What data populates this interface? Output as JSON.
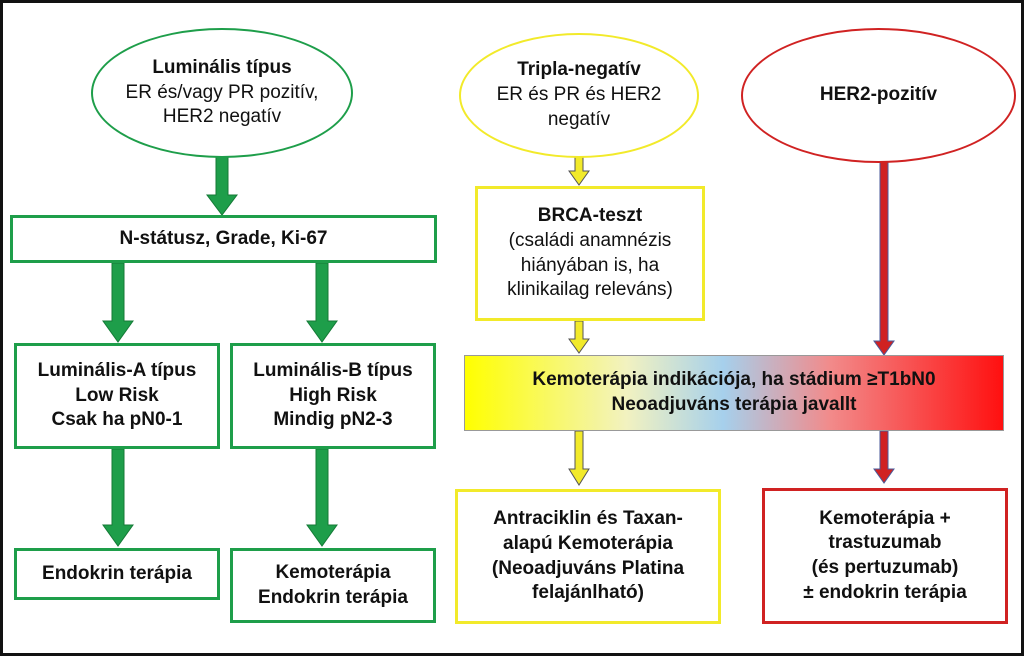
{
  "nodes": {
    "luminal_type": {
      "lines": [
        "Luminális típus",
        "ER és/vagy PR pozitív,",
        "HER2 negatív"
      ]
    },
    "triple_negative": {
      "lines": [
        "Tripla-negatív",
        "ER és PR és HER2",
        "negatív"
      ]
    },
    "her2_positive": {
      "lines": [
        "HER2-pozitív"
      ]
    },
    "n_status": {
      "lines": [
        "N-státusz, Grade, Ki-67"
      ]
    },
    "brca_test": {
      "lines": [
        "BRCA-teszt",
        "(családi anamnézis",
        "hiányában is, ha",
        "klinikailag releváns)"
      ]
    },
    "luminal_a": {
      "lines": [
        "Luminális-A típus",
        "Low Risk",
        "Csak ha pN0-1"
      ]
    },
    "luminal_b": {
      "lines": [
        "Luminális-B típus",
        "High Risk",
        "Mindig pN2-3"
      ]
    },
    "chemo_indication": {
      "lines": [
        "Kemoterápia indikációja, ha stádium ≥T1bN0",
        "Neoadjuváns terápia javallt"
      ]
    },
    "endocrine_therapy": {
      "lines": [
        "Endokrin terápia"
      ]
    },
    "chemo_endocrine": {
      "lines": [
        "Kemoterápia",
        "Endokrin terápia"
      ]
    },
    "anthracycline": {
      "lines": [
        "Antraciklin és Taxan-",
        "alapú Kemoterápia",
        "(Neoadjuváns Platina",
        "felajánlható)"
      ]
    },
    "chemo_trastuzumab": {
      "lines": [
        "Kemoterápia +",
        "trastuzumab",
        "(és pertuzumab)",
        "± endokrin terápia"
      ]
    }
  },
  "colors": {
    "green": "#1e9e4a",
    "yellow": "#f2ea2a",
    "red": "#d02222"
  }
}
